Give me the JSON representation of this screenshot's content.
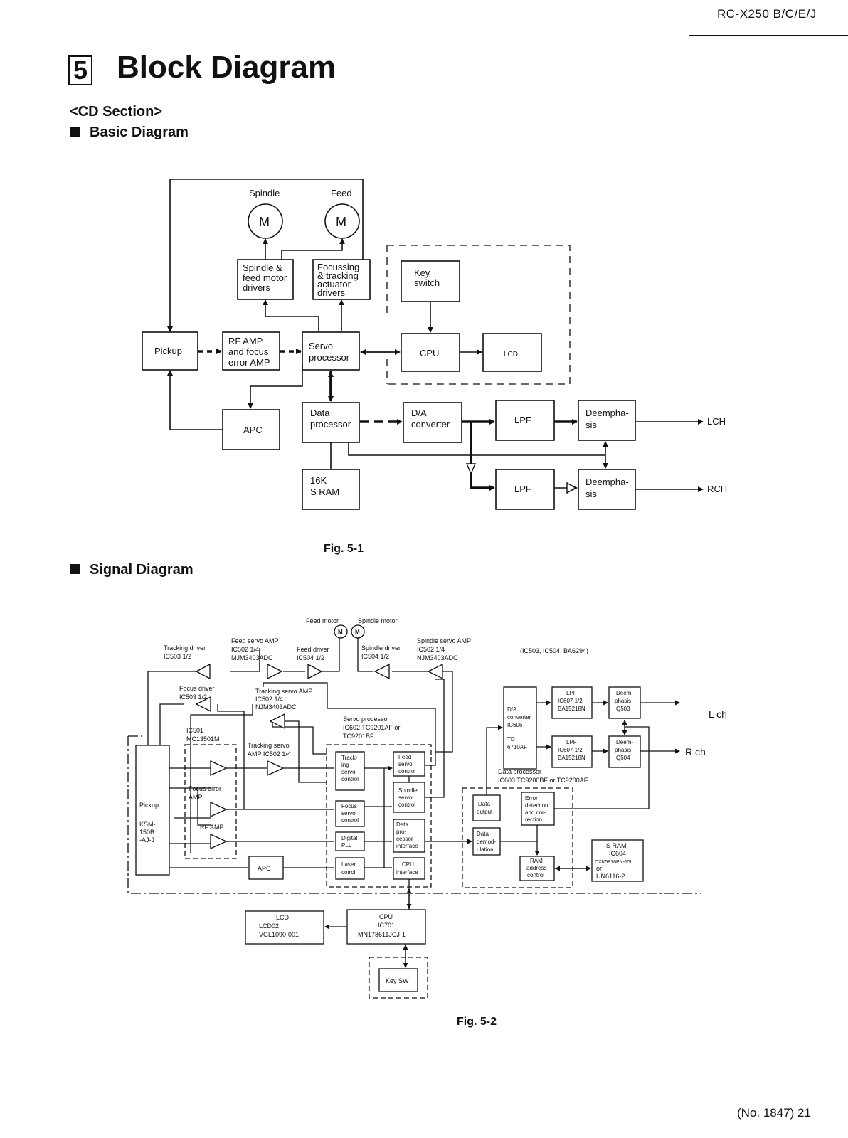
{
  "header": {
    "model": "RC-X250 B/C/E/J"
  },
  "section": {
    "number": "5",
    "title": "Block Diagram",
    "subtitle": "<CD Section>"
  },
  "basic": {
    "heading": "Basic Diagram",
    "fig": "Fig. 5-1",
    "labels": {
      "spindle": "Spindle",
      "feed": "Feed",
      "m": "M",
      "sfmd": [
        "Spindle  &",
        "feed motor",
        "drivers"
      ],
      "ftad": [
        "Focussing",
        "& tracking",
        "actuator",
        "drivers"
      ],
      "key": [
        "Key",
        "switch"
      ],
      "pickup": "Pickup",
      "rfamp": [
        "RF AMP",
        "and focus",
        "error AMP"
      ],
      "servo": [
        "Servo",
        "processor"
      ],
      "cpu": "CPU",
      "lcd": "LCD",
      "apc": "APC",
      "data": [
        "Data",
        "processor"
      ],
      "da": [
        "D/A",
        "converter"
      ],
      "lpf": "LPF",
      "deemph": [
        "Deempha-",
        "sis"
      ],
      "sram": [
        "16K",
        "S RAM"
      ],
      "lch": "LCH",
      "rch": "RCH"
    }
  },
  "signal": {
    "heading": "Signal Diagram",
    "fig": "Fig. 5-2",
    "labels": {
      "feed_motor": "Feed motor",
      "spindle_motor": "Spindle motor",
      "m": "M",
      "trk_drv": [
        "Tracking driver",
        "IC503  1/2"
      ],
      "feed_amp": [
        "Feed servo AMP",
        "IC502 1/4",
        "MJM3403ADC"
      ],
      "feed_drv": [
        "Feed driver",
        "IC504 1/2"
      ],
      "spin_drv": [
        "Spindle driver",
        "IC504 1/2"
      ],
      "spin_amp": [
        "Spindle servo AMP",
        "IC502 1/4",
        "NJM3403ADC"
      ],
      "ic_note": "(IC503, IC504, BA6294)",
      "focus_drv": [
        "Focus driver",
        "IC503  1/2"
      ],
      "trk_amp": [
        "Tracking servo AMP",
        "IC502 1/4",
        "NJM3403ADC"
      ],
      "servo_proc": [
        "Servo processor",
        "IC602 TC9201AF or",
        "TC9201BF"
      ],
      "ic501": [
        "IC501",
        "MC13501M"
      ],
      "trk_amp2": [
        "Tracking servo",
        "AMP IC502 1/4"
      ],
      "focus_err": [
        "Focus error",
        "AMP"
      ],
      "rf_amp": "RF AMP",
      "pickup": [
        "Pickup",
        "KSM-",
        "150B",
        "-AJ-J"
      ],
      "tracking": [
        "Track-",
        "ing",
        "servo",
        "control"
      ],
      "feedsc": [
        "Feed",
        "servo",
        "control"
      ],
      "spindlesc": [
        "Spindle",
        "servo",
        "control"
      ],
      "focussc": [
        "Focus",
        "servo",
        "control"
      ],
      "dpi": [
        "Data",
        "pro-",
        "cessor",
        "interface"
      ],
      "dpll": [
        "Digital",
        "PLL"
      ],
      "laser": [
        "Laser",
        "cotrol"
      ],
      "cpuif": [
        "CPU",
        "interface"
      ],
      "apc": "APC",
      "da": [
        "D/A",
        "converter",
        "IC606",
        "TD",
        "6710AF"
      ],
      "lpf1": [
        "LPF",
        "IC607 1/2",
        "BA15218N"
      ],
      "lpf2": [
        "LPF",
        "IC607 1/2",
        "BA15218N"
      ],
      "de1": [
        "Deem-",
        "phasis",
        "Q503"
      ],
      "de2": [
        "Deem-",
        "phasis",
        "Q504"
      ],
      "lch": "L ch",
      "rch": "R ch",
      "dataproc": [
        "Data processor",
        "IC603 TC9200BF or TC9200AF"
      ],
      "dout": [
        "Data",
        "output"
      ],
      "edc": [
        "Error",
        "detection",
        "and cor-",
        "rection"
      ],
      "ddemod": [
        "Data",
        "demod-",
        "ulation"
      ],
      "ramac": [
        "RAM",
        "address",
        "control"
      ],
      "sram": [
        "S RAM",
        "IC604",
        "CXK5816PN-15L",
        "or",
        "UN6116-2"
      ],
      "lcd": [
        "LCD",
        "LCD02",
        "VGL1090-001"
      ],
      "cpu": [
        "CPU",
        "IC701",
        "MN178611JCJ-1"
      ],
      "keysw": "Key SW"
    }
  },
  "footer": "(No. 1847)  21"
}
